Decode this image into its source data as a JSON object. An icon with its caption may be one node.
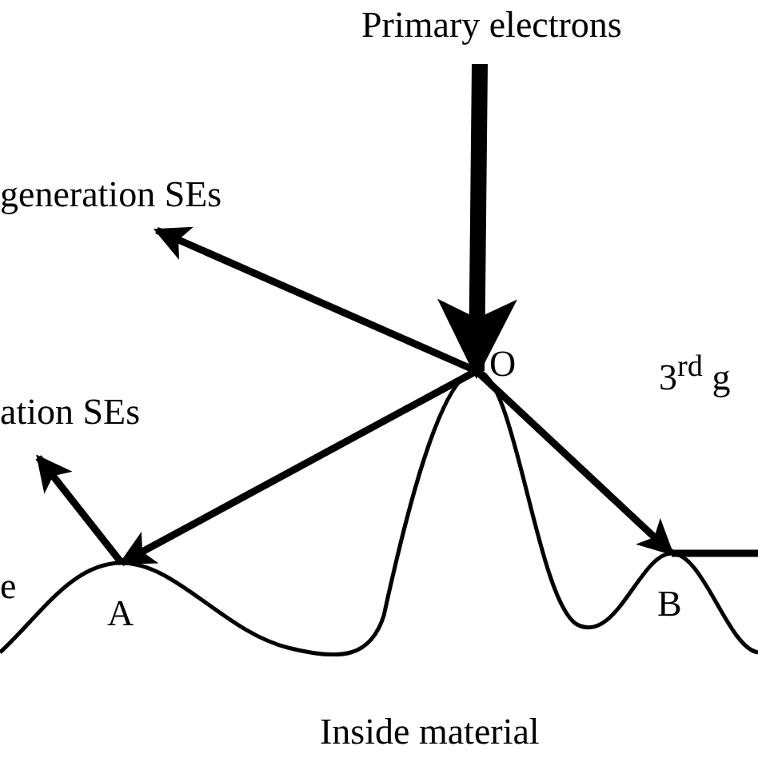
{
  "diagram": {
    "nodes": [
      {
        "text": [
          "Primary electrons"
        ]
      },
      {
        "text": [
          "generation SEs"
        ]
      },
      {
        "text": [
          "ation SEs"
        ]
      },
      {
        "text": [
          "O"
        ]
      },
      {
        "text": [
          "3$^{rd}$ g"
        ]
      },
      {
        "text": [
          "A"
        ]
      },
      {
        "text": [
          "B"
        ]
      }
    ],
    "edges": [
      {
        "from": 0,
        "to": 3,
        "arrow": "to",
        "style": "thick"
      },
      {
        "from": 3,
        "to": 1,
        "arrow": "to"
      },
      {
        "from": 3,
        "to": 5,
        "arrow": "to"
      },
      {
        "from": 3,
        "to": 6,
        "arrow": "to"
      },
      {
        "from": 5,
        "to": 2,
        "arrow": "to"
      },
      {
        "from": 6,
        "to": null,
        "arrow": "none"
      }
    ],
    "labels": [
      "e",
      "Inside material"
    ]
  }
}
